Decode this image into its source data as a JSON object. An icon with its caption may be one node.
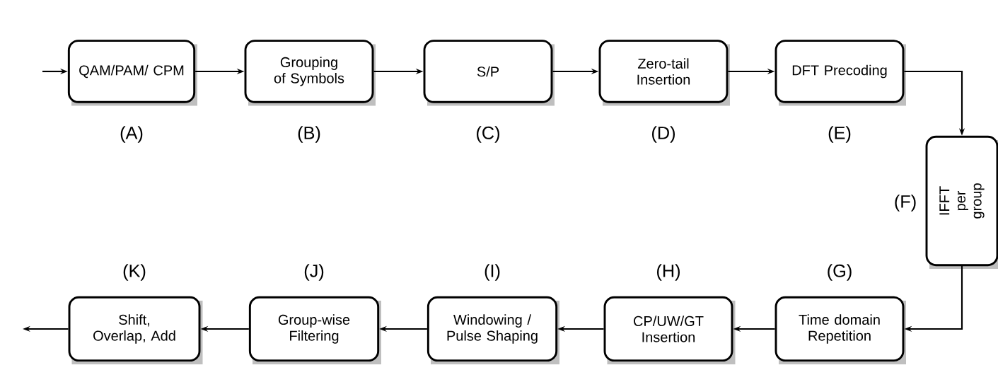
{
  "diagram": {
    "nodes": [
      {
        "text": [
          "QAM/PAM/ CPM"
        ],
        "beside": [
          "(A)"
        ]
      },
      {
        "text": [
          "Grouping of Symbols"
        ],
        "beside": [
          "(B)"
        ]
      },
      {
        "text": [
          "S/P"
        ],
        "beside": [
          "(C)"
        ]
      },
      {
        "text": [
          "Zero-tail Insertion"
        ],
        "beside": [
          "(D)"
        ]
      },
      {
        "text": [
          "DFT Precoding"
        ],
        "beside": [
          "(E)"
        ]
      },
      {
        "text": [
          "IFFT per group"
        ],
        "beside": [
          "(F)"
        ]
      },
      {
        "text": [
          "Time domain Repetition"
        ],
        "beside": [
          "(G)"
        ]
      },
      {
        "text": [
          "CP/UW/GT Insertion"
        ],
        "beside": [
          "(H)"
        ]
      },
      {
        "text": [
          "Windowing / Pulse Shaping"
        ],
        "beside": [
          "(I)"
        ]
      },
      {
        "text": [
          "Group-wise Filtering"
        ],
        "beside": [
          "(J)"
        ]
      },
      {
        "text": [
          "Shift, Overlap, Add"
        ],
        "beside": [
          "(K)"
        ]
      }
    ],
    "edges": [
      {
        "from": null,
        "to": 0,
        "arrow": "to"
      },
      {
        "from": 0,
        "to": 1,
        "arrow": "to"
      },
      {
        "from": 1,
        "to": 2,
        "arrow": "to"
      },
      {
        "from": 2,
        "to": 3,
        "arrow": "to"
      },
      {
        "from": 3,
        "to": 4,
        "arrow": "to"
      },
      {
        "from": 4,
        "to": 5,
        "arrow": "to"
      },
      {
        "from": 5,
        "to": 6,
        "arrow": "to"
      },
      {
        "from": 6,
        "to": 7,
        "arrow": "to"
      },
      {
        "from": 7,
        "to": 8,
        "arrow": "to"
      },
      {
        "from": 8,
        "to": 9,
        "arrow": "to"
      },
      {
        "from": 9,
        "to": 10,
        "arrow": "to"
      },
      {
        "from": 10,
        "to": null,
        "arrow": "to"
      }
    ]
  }
}
